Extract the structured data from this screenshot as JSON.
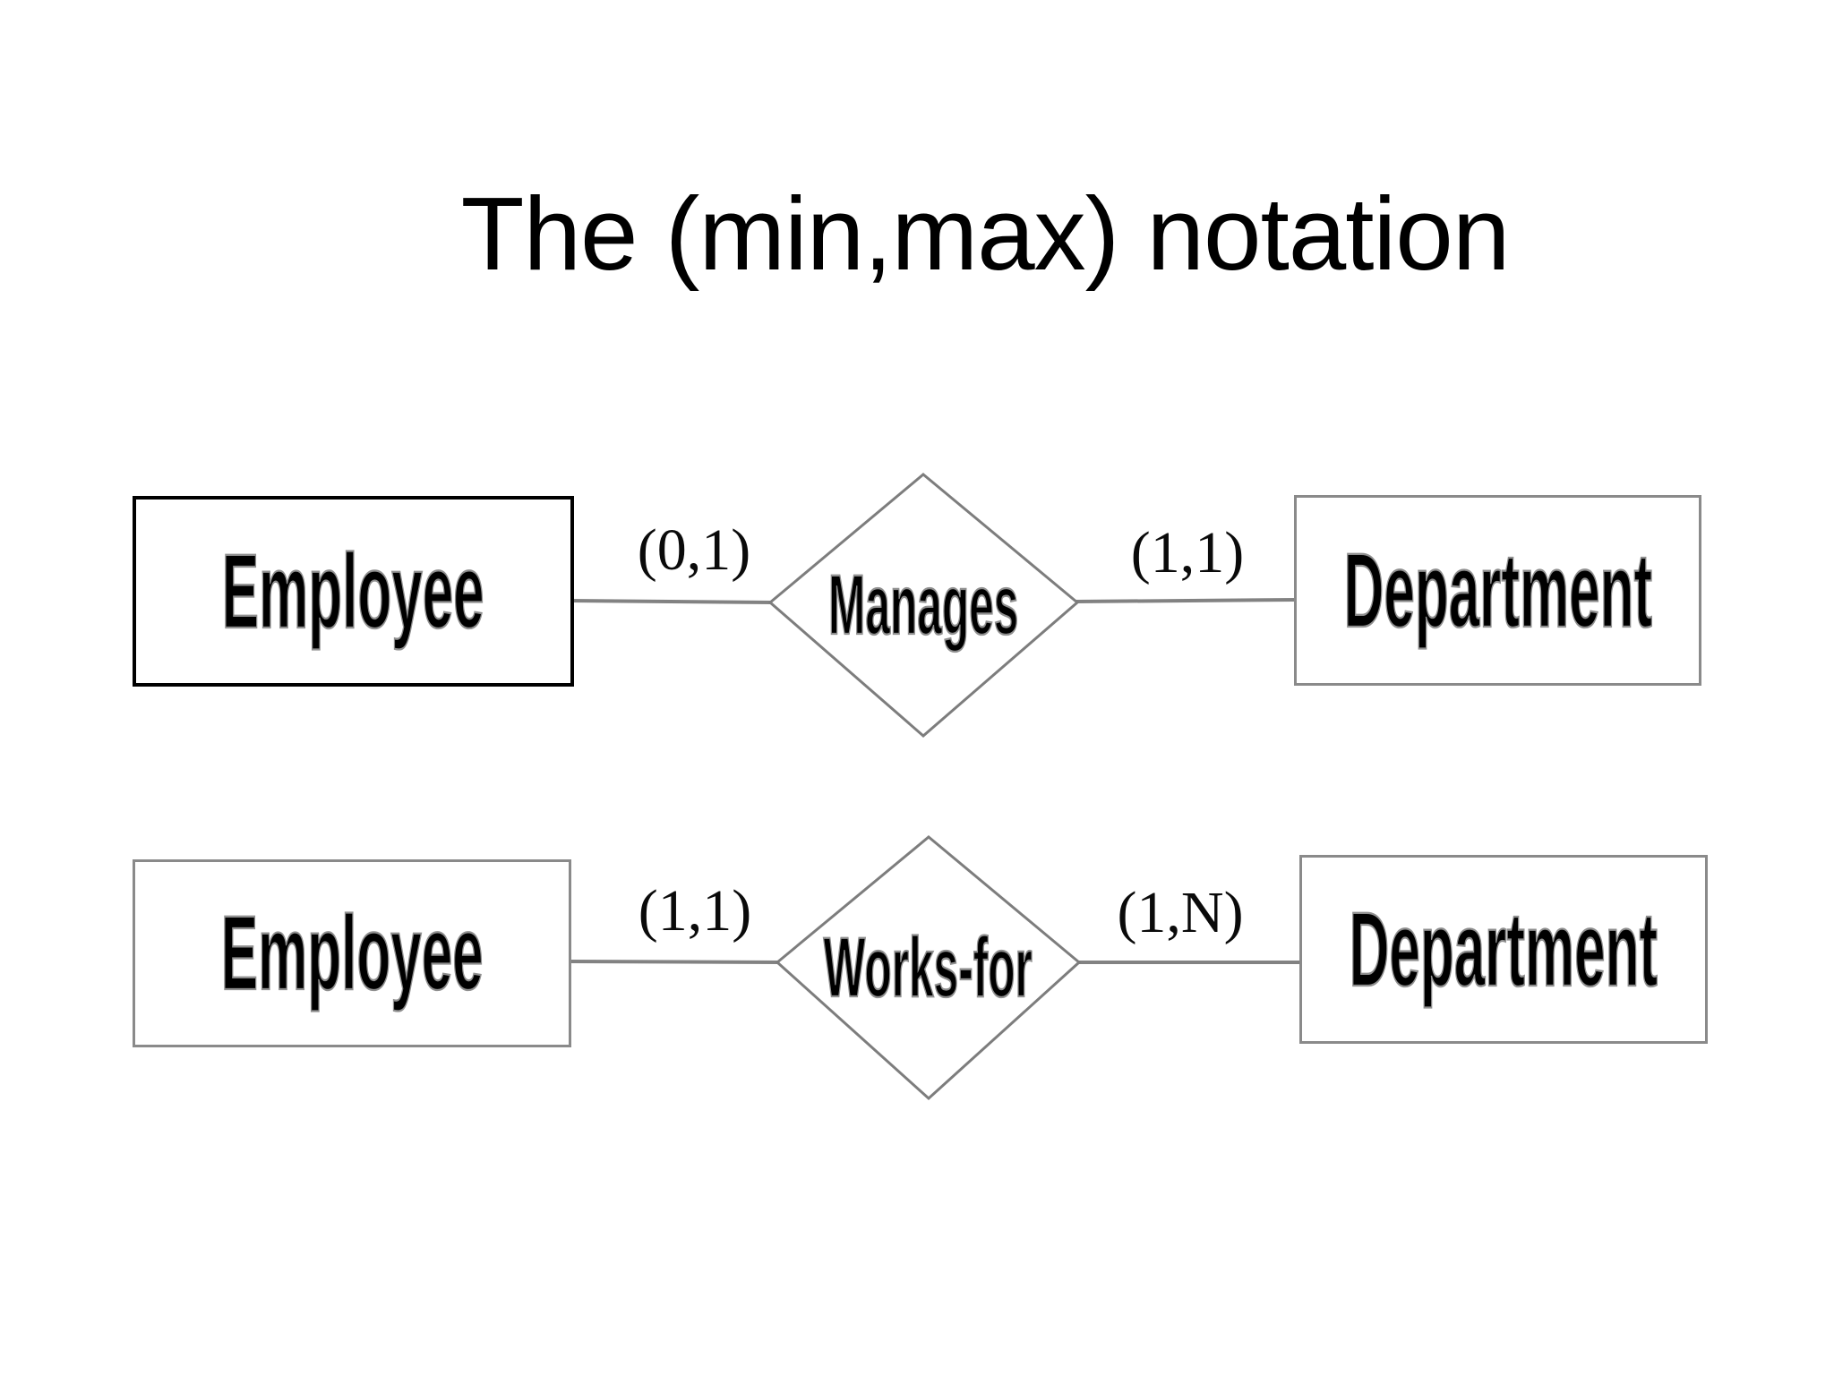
{
  "title": "The (min,max) notation",
  "colors": {
    "background": "#ffffff",
    "text": "#000000",
    "connector_line": "#828282",
    "entity_border_primary": "#000000",
    "entity_border_secondary": "#8a8a8a"
  },
  "diagram": {
    "relationships": [
      {
        "left_entity": "Employee",
        "relationship": "Manages",
        "right_entity": "Department",
        "left_cardinality": "(0,1)",
        "right_cardinality": "(1,1)"
      },
      {
        "left_entity": "Employee",
        "relationship": "Works-for",
        "right_entity": "Department",
        "left_cardinality": "(1,1)",
        "right_cardinality": "(1,N)"
      }
    ]
  }
}
